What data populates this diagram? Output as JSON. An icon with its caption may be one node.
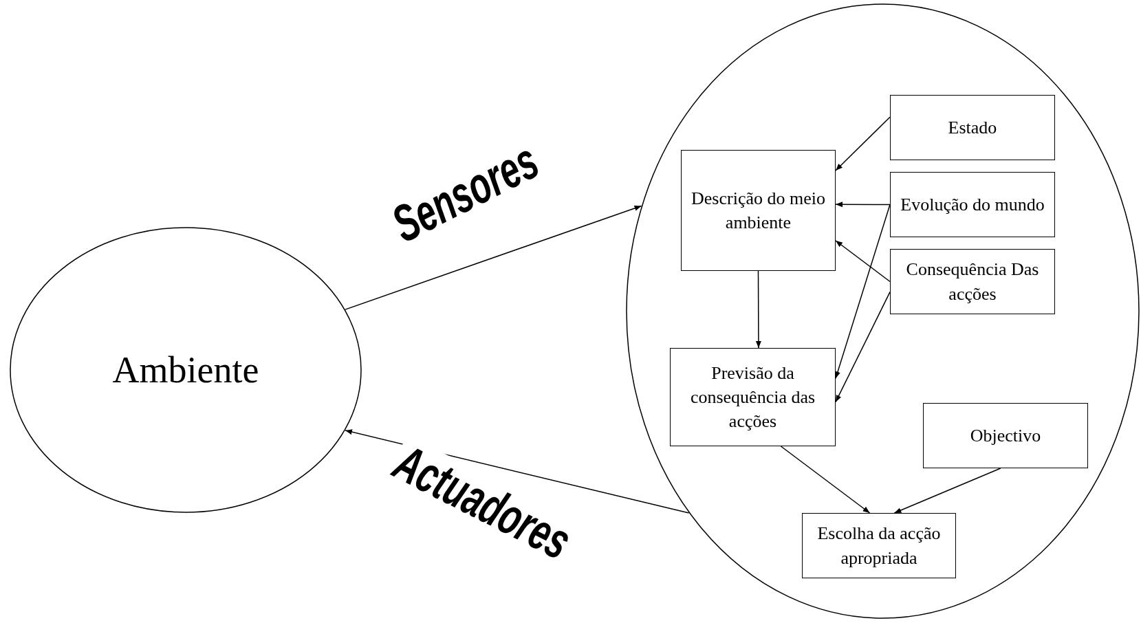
{
  "diagram": {
    "nodes": [
      {
        "text": [
          "Ambiente"
        ]
      },
      {
        "text": [],
        "shape": "circle"
      },
      {
        "text": [
          "Estado"
        ],
        "in": 1
      },
      {
        "text": [
          "Descrição do meio ambiente"
        ],
        "in": 1
      },
      {
        "text": [
          "Evolução do mundo"
        ],
        "in": 1
      },
      {
        "text": [
          "Consequência Das acções"
        ],
        "in": 1
      },
      {
        "text": [
          "Previsão da consequência das acções"
        ],
        "in": 1
      },
      {
        "text": [
          "Objectivo"
        ],
        "in": 1
      },
      {
        "text": [
          "Escolha da acção apropriada"
        ],
        "in": 1
      }
    ],
    "edges": [
      {
        "from": 0,
        "to": 1,
        "arrow": "to",
        "label": "Sensores"
      },
      {
        "from": 1,
        "to": 0,
        "arrow": "to",
        "label": "Actuadores"
      },
      {
        "from": 2,
        "to": 3,
        "arrow": "to"
      },
      {
        "from": 4,
        "to": 3,
        "arrow": "to"
      },
      {
        "from": 5,
        "to": 3,
        "arrow": "to"
      },
      {
        "from": 3,
        "to": 6,
        "arrow": "to"
      },
      {
        "from": 4,
        "to": 6,
        "arrow": "to"
      },
      {
        "from": 5,
        "to": 6,
        "arrow": "to"
      },
      {
        "from": 6,
        "to": 8,
        "arrow": "to"
      },
      {
        "from": 7,
        "to": 8,
        "arrow": "to"
      }
    ]
  }
}
